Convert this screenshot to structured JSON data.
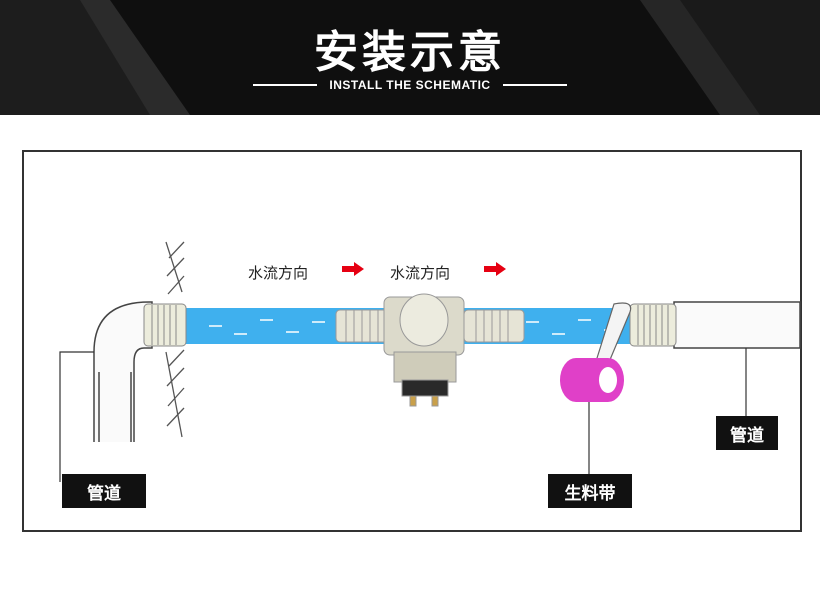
{
  "header": {
    "title": "安装示意",
    "subtitle": "INSTALL THE SCHEMATIC"
  },
  "diagram": {
    "flow_labels": [
      "水流方向",
      "水流方向"
    ],
    "labels": {
      "pipe_left": "管道",
      "pipe_right": "管道",
      "tape": "生料带"
    }
  },
  "colors": {
    "banner_dark": "#0f0f0f",
    "water": "#3fb0ee",
    "arrow": "#e60012",
    "tape": "#e040c8",
    "label_bg": "#111111"
  }
}
